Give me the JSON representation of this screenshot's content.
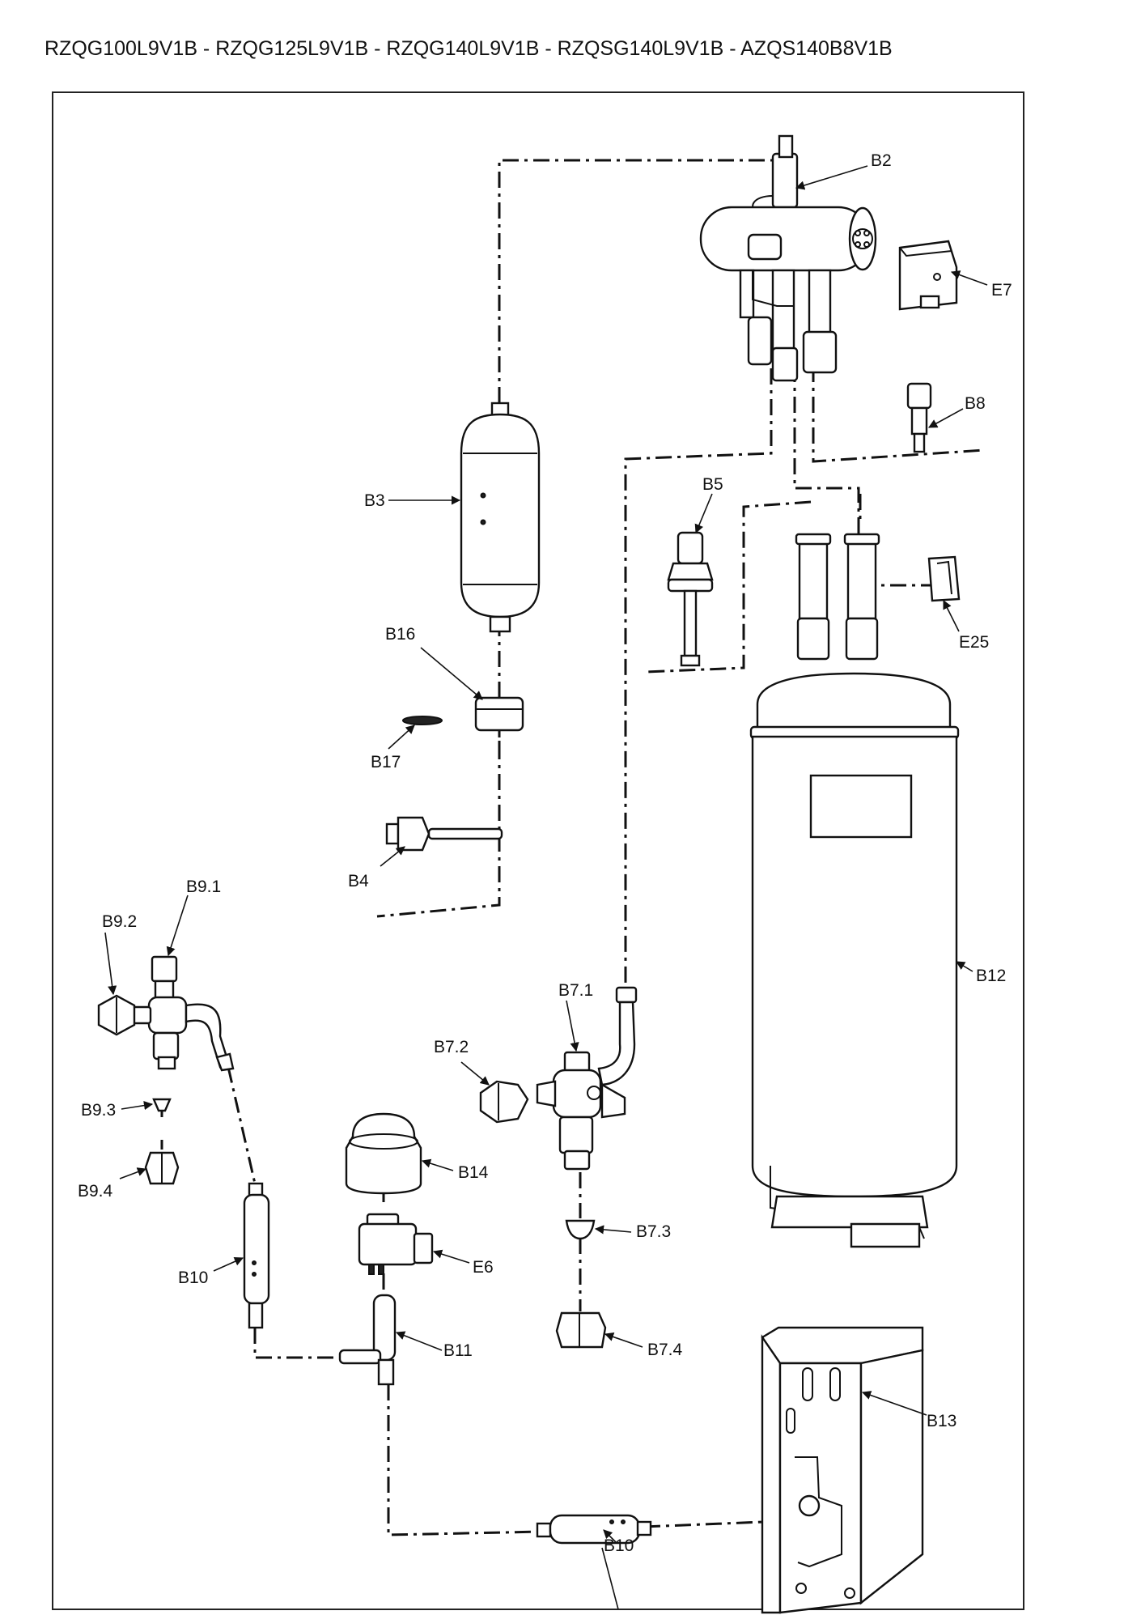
{
  "header": {
    "title": "RZQG100L9V1B - RZQG125L9V1B - RZQG140L9V1B - RZQSG140L9V1B - AZQS140B8V1B"
  },
  "labels": {
    "B2": "B2",
    "E7": "E7",
    "B8": "B8",
    "B3": "B3",
    "B5": "B5",
    "E25": "E25",
    "B16": "B16",
    "B17": "B17",
    "B4": "B4",
    "B9_1": "B9.1",
    "B9_2": "B9.2",
    "B12": "B12",
    "B7_1": "B7.1",
    "B7_2": "B7.2",
    "B9_3": "B9.3",
    "B14": "B14",
    "B9_4": "B9.4",
    "B7_3": "B7.3",
    "B10_upper": "B10",
    "E6": "E6",
    "B11": "B11",
    "B7_4": "B7.4",
    "B13": "B13",
    "B10_lower": "B10"
  }
}
